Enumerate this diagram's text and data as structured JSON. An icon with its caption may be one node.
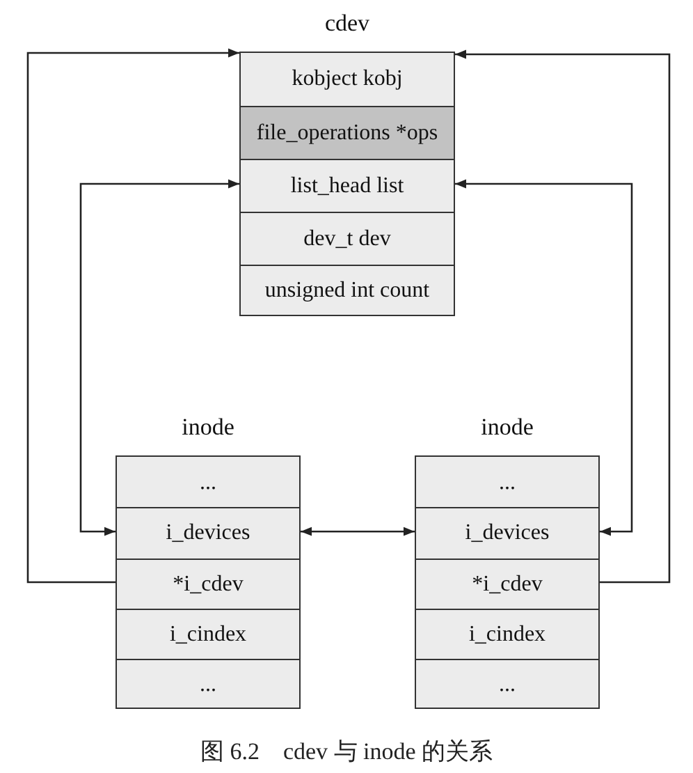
{
  "diagram": {
    "caption": "图 6.2　cdev 与 inode 的关系",
    "nodes": [
      {
        "text": [
          "cdev"
        ]
      },
      {
        "text": [
          "kobject kobj"
        ],
        "in": 0
      },
      {
        "text": [
          "file_operations *ops"
        ],
        "in": 0
      },
      {
        "text": [
          "list_head list"
        ],
        "in": 0
      },
      {
        "text": [
          "dev_t dev"
        ],
        "in": 0
      },
      {
        "text": [
          "unsigned int count"
        ],
        "in": 0
      },
      {
        "text": [
          "inode"
        ]
      },
      {
        "text": [
          "..."
        ],
        "in": 6
      },
      {
        "text": [
          "i_devices"
        ],
        "in": 6
      },
      {
        "text": [
          "*i_cdev"
        ],
        "in": 6
      },
      {
        "text": [
          "i_cindex"
        ],
        "in": 6
      },
      {
        "text": [
          "..."
        ],
        "in": 6
      },
      {
        "text": [
          "inode"
        ]
      },
      {
        "text": [
          "..."
        ],
        "in": 12
      },
      {
        "text": [
          "i_devices"
        ],
        "in": 12
      },
      {
        "text": [
          "*i_cdev"
        ],
        "in": 12
      },
      {
        "text": [
          "i_cindex"
        ],
        "in": 12
      },
      {
        "text": [
          "..."
        ],
        "in": 12
      }
    ],
    "edges": [
      {
        "from": 9,
        "to": 0,
        "arrow": "to"
      },
      {
        "from": 15,
        "to": 0,
        "arrow": "to"
      },
      {
        "from": 8,
        "to": 3,
        "arrow": "both"
      },
      {
        "from": 14,
        "to": 3,
        "arrow": "both"
      },
      {
        "from": 8,
        "to": 14,
        "arrow": "both"
      }
    ]
  }
}
